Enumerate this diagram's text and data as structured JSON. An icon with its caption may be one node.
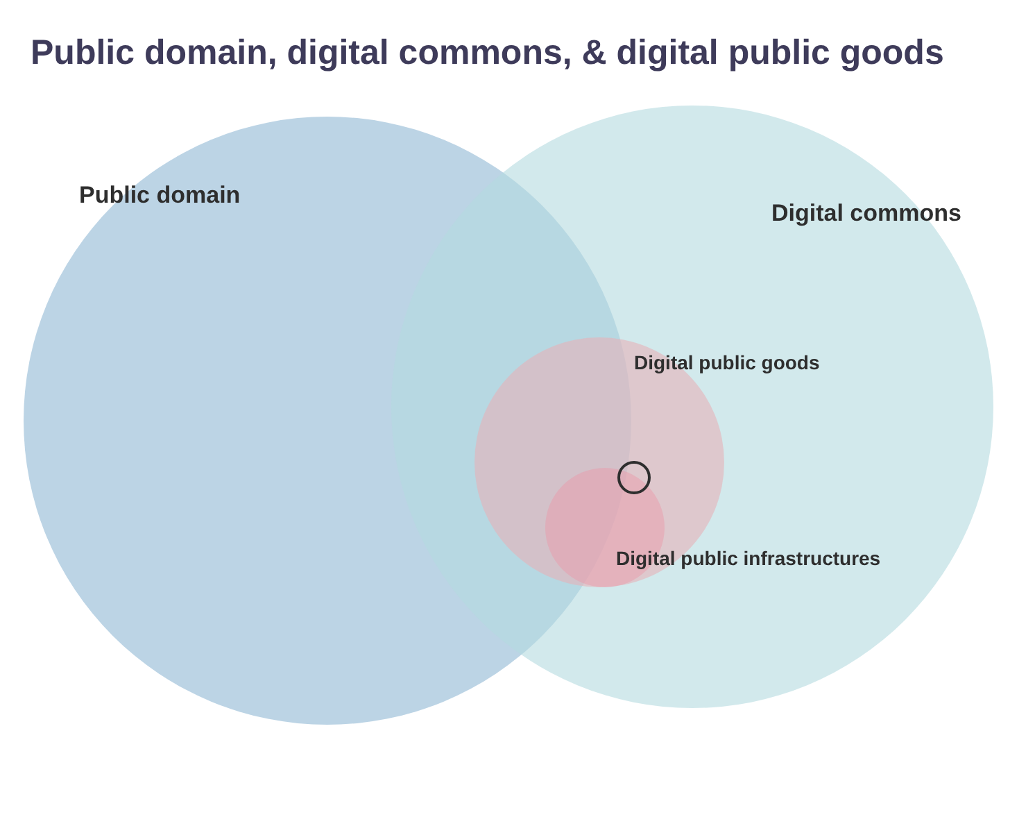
{
  "diagram": {
    "title": "Public domain, digital commons, & digital public goods",
    "nodes": [
      {
        "text": [
          "Public domain"
        ]
      },
      {
        "text": [
          "Digital commons"
        ]
      },
      {
        "text": [
          "Digital public goods"
        ],
        "in": 1
      },
      {
        "text": [
          "Digital public infrastructures"
        ],
        "in": 2
      },
      {
        "text": [],
        "shape": "circle",
        "in": 2
      }
    ]
  }
}
